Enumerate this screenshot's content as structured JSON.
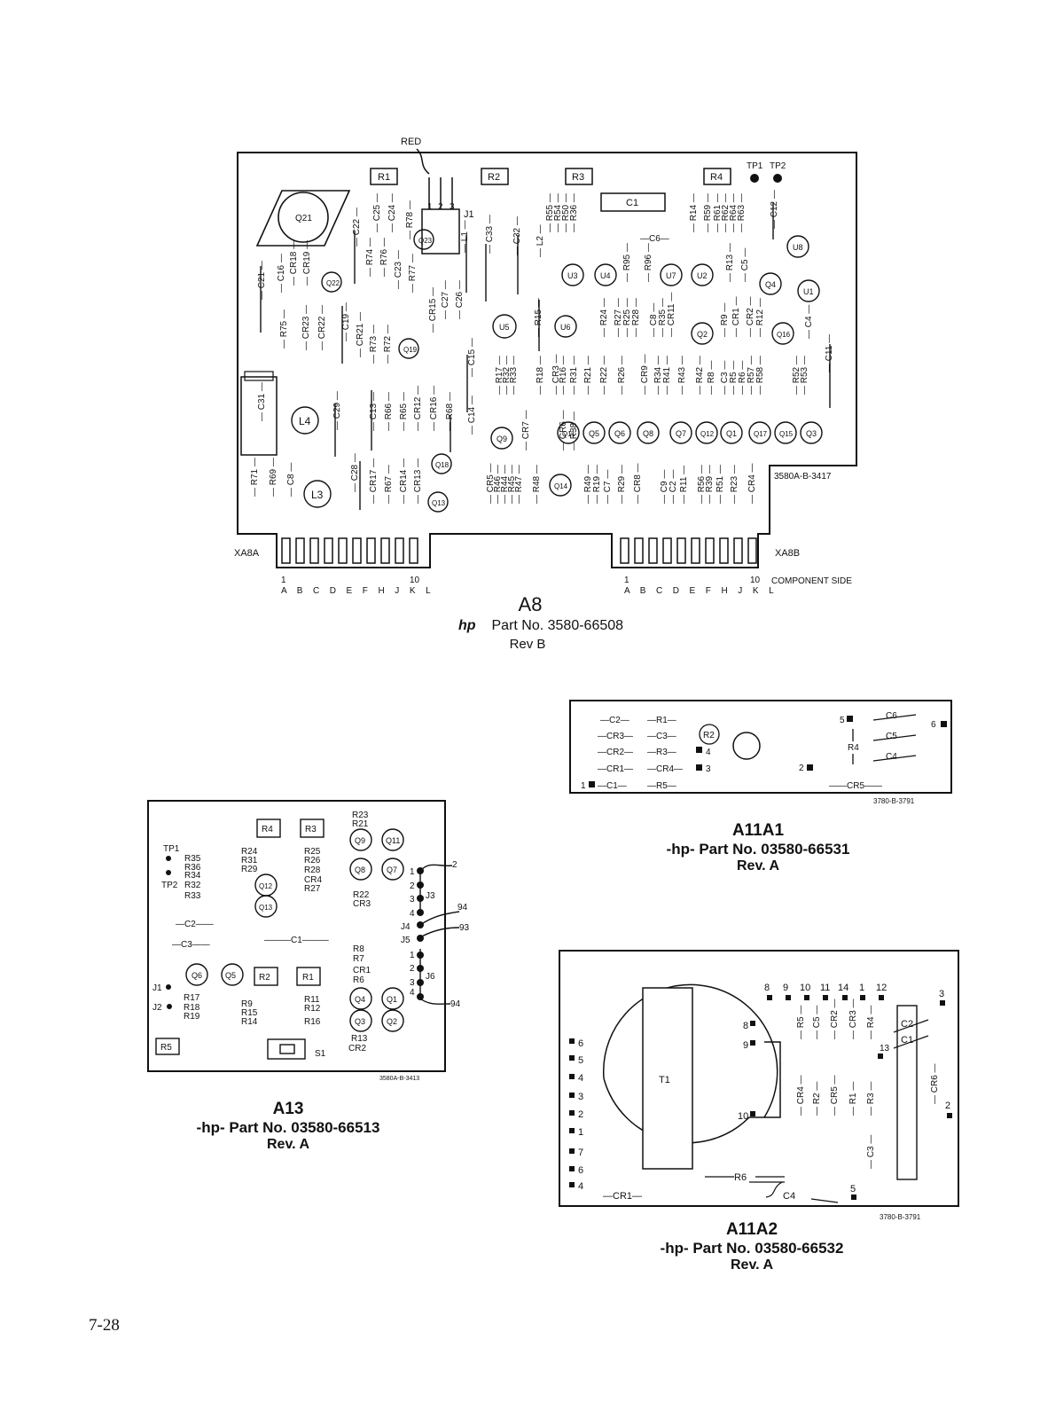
{
  "page_number": "7-28",
  "a8": {
    "title": "A8",
    "hp": "hp",
    "part": "Part No. 3580-66508",
    "rev": "Rev B",
    "board_id": "3580A-B-3417",
    "red_label": "RED",
    "connector_left": "XA8A",
    "connector_right": "XA8B",
    "component_side": "COMPONENT SIDE",
    "pin_letters": "A B C D E F H J K L",
    "pin_first": "1",
    "pin_last": "10",
    "top_parts": [
      "R1",
      "R2",
      "R3",
      "R4",
      "C1",
      "J1",
      "TP1",
      "TP2"
    ],
    "transistors": [
      "Q21",
      "Q22",
      "Q23",
      "Q19",
      "U5",
      "U6",
      "U3",
      "U4",
      "U7",
      "U2",
      "Q4",
      "U8",
      "U1",
      "Q2",
      "Q16",
      "Q9",
      "Q11",
      "Q5",
      "Q6",
      "Q8",
      "Q7",
      "Q12",
      "Q1",
      "Q17",
      "Q15",
      "Q3",
      "Q18",
      "Q13",
      "Q14",
      "L4",
      "L3"
    ],
    "vertical_parts": [
      "C21",
      "C16",
      "CR18",
      "CR19",
      "C22",
      "C25",
      "C24",
      "R78",
      "L1",
      "C33",
      "C32",
      "L2",
      "R55",
      "R54",
      "R50",
      "R36",
      "R14",
      "R59",
      "R61",
      "R62",
      "R64",
      "R63",
      "C12",
      "R75",
      "CR23",
      "CR22",
      "C19",
      "CR21",
      "R74",
      "R76",
      "C23",
      "R77",
      "CR15",
      "C27",
      "C26",
      "R15",
      "R24",
      "R27",
      "R25",
      "R28",
      "R95",
      "R96",
      "C8",
      "R35",
      "CR11",
      "R13",
      "C5",
      "R9",
      "CR1",
      "CR2",
      "R12",
      "C4",
      "R73",
      "R72",
      "C15",
      "R17",
      "R32",
      "R33",
      "R18",
      "CR3",
      "R16",
      "R31",
      "R21",
      "R22",
      "R26",
      "CR9",
      "R34",
      "R41",
      "R43",
      "R42",
      "R8",
      "C3",
      "R5",
      "R6",
      "R57",
      "R58",
      "R52",
      "R53",
      "C11",
      "C31",
      "C29",
      "C13",
      "R66",
      "R65",
      "CR12",
      "CR16",
      "R68",
      "C14",
      "CR7",
      "CR6",
      "R38",
      "R71",
      "R69",
      "C8",
      "C28",
      "CR17",
      "R67",
      "CR14",
      "CR13",
      "CR5",
      "R46",
      "R44",
      "R45",
      "R47",
      "R48",
      "R49",
      "R19",
      "C7",
      "R29",
      "CR8",
      "C9",
      "C2",
      "R11",
      "R56",
      "R39",
      "R51",
      "R23",
      "CR4",
      "C6"
    ]
  },
  "a11a1": {
    "title": "A11A1",
    "part": "-hp- Part No. 03580-66531",
    "rev": "Rev. A",
    "board_id": "3780-B-3791",
    "parts": [
      "C2",
      "R1",
      "CR3",
      "C3",
      "R2",
      "CR2",
      "R3",
      "4",
      "CR1",
      "CR4",
      "3",
      "1",
      "C1",
      "R5",
      "5",
      "C6",
      "6",
      "C5",
      "R4",
      "C4",
      "2",
      "CR5"
    ]
  },
  "a13": {
    "title": "A13",
    "part": "-hp- Part No. 03580-66513",
    "rev": "Rev. A",
    "board_id": "3580A-B-3413",
    "parts": [
      "R23",
      "R21",
      "R4",
      "R3",
      "Q9",
      "Q11",
      "TP1",
      "R35",
      "R36",
      "R34",
      "R24",
      "R31",
      "R29",
      "R25",
      "R26",
      "R28",
      "CR4",
      "R27",
      "Q8",
      "Q7",
      "TP2",
      "R32",
      "R33",
      "Q12",
      "Q13",
      "R22",
      "CR3",
      "C2",
      "C3",
      "C1",
      "R8",
      "R7",
      "CR1",
      "R6",
      "Q6",
      "Q5",
      "R2",
      "R1",
      "J1",
      "J2",
      "R17",
      "R18",
      "R19",
      "R9",
      "R15",
      "R14",
      "R11",
      "R12",
      "R16",
      "Q4",
      "Q1",
      "Q3",
      "Q2",
      "R13",
      "CR2",
      "R5",
      "S1",
      "J3",
      "J4",
      "J5",
      "J6"
    ],
    "wire_labels": [
      "2",
      "94",
      "93",
      "94"
    ],
    "pins": [
      "1",
      "2",
      "3",
      "4",
      "1",
      "2",
      "3",
      "4"
    ]
  },
  "a11a2": {
    "title": "A11A2",
    "part": "-hp- Part No. 03580-66532",
    "rev": "Rev. A",
    "board_id": "3780-B-3791",
    "top_pins": [
      "8",
      "9",
      "10",
      "11",
      "14",
      "1",
      "12"
    ],
    "transformer": "T1",
    "parts": [
      "R5",
      "C5",
      "CR2",
      "CR3",
      "R4",
      "CR4",
      "R2",
      "CR5",
      "R1",
      "R3",
      "C3",
      "C2",
      "C1",
      "CR6",
      "R6",
      "CR1",
      "C4"
    ],
    "left_pins": [
      "6",
      "5",
      "4",
      "3",
      "2",
      "1",
      "7",
      "6",
      "4"
    ],
    "inner_pins": [
      "8",
      "9",
      "10"
    ],
    "misc": [
      "3",
      "13",
      "2",
      "5"
    ]
  }
}
